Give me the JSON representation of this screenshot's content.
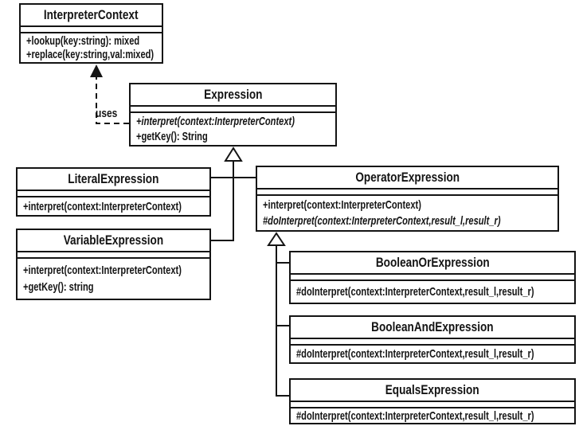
{
  "diagram": {
    "colors": {
      "line": "#141414",
      "background": "#ffffff",
      "box_fill": "#ffffff"
    },
    "relationships": {
      "uses_label": "uses"
    },
    "classes": {
      "interpreter_context": {
        "name": "InterpreterContext",
        "methods": [
          "+lookup(key:string): mixed",
          "+replace(key:string,val:mixed)"
        ]
      },
      "expression": {
        "name": "Expression",
        "methods": [
          "+interpret(context:InterpreterContext)",
          "+getKey(): String"
        ]
      },
      "literal_expression": {
        "name": "LiteralExpression",
        "methods": [
          "+interpret(context:InterpreterContext)"
        ]
      },
      "variable_expression": {
        "name": "VariableExpression",
        "methods": [
          "+interpret(context:InterpreterContext)",
          "+getKey(): string"
        ]
      },
      "operator_expression": {
        "name": "OperatorExpression",
        "methods": [
          "+interpret(context:InterpreterContext)",
          "#doInterpret(context:InterpreterContext,result_l,result_r)"
        ]
      },
      "boolean_or_expression": {
        "name": "BooleanOrExpression",
        "methods": [
          "#doInterpret(context:InterpreterContext,result_l,result_r)"
        ]
      },
      "boolean_and_expression": {
        "name": "BooleanAndExpression",
        "methods": [
          "#doInterpret(context:InterpreterContext,result_l,result_r)"
        ]
      },
      "equals_expression": {
        "name": "EqualsExpression",
        "methods": [
          "#doInterpret(context:InterpreterContext,result_l,result_r)"
        ]
      }
    }
  }
}
